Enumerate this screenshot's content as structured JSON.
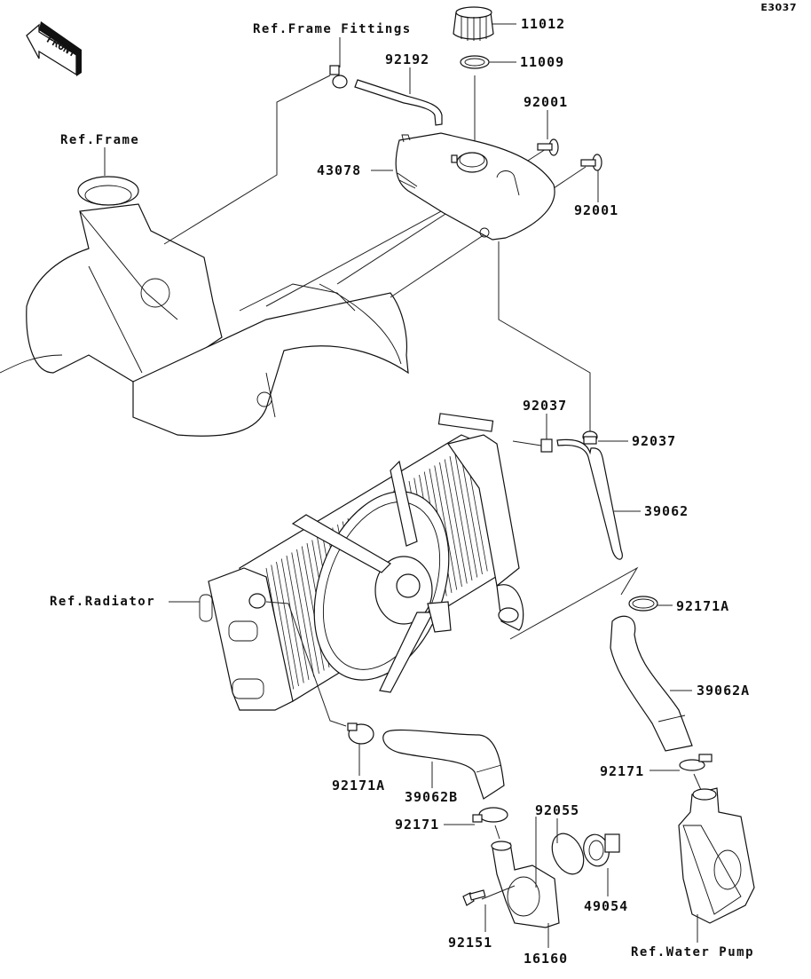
{
  "diagram": {
    "code": "E3037",
    "front_arrow": {
      "label": "FRONT",
      "icon": "front-arrow-icon"
    },
    "reference_labels": {
      "frame_fittings": "Ref.Frame Fittings",
      "frame": "Ref.Frame",
      "radiator": "Ref.Radiator",
      "water_pump": "Ref.Water Pump"
    },
    "parts": [
      {
        "id": "p11012",
        "number": "11012",
        "description": "reservoir cap"
      },
      {
        "id": "p11009",
        "number": "11009",
        "description": "cap gasket"
      },
      {
        "id": "p92192",
        "number": "92192",
        "description": "overflow tube"
      },
      {
        "id": "p92001a",
        "number": "92001",
        "description": "reservoir bolt (upper)"
      },
      {
        "id": "p92001b",
        "number": "92001",
        "description": "reservoir bolt (lower)"
      },
      {
        "id": "p43078",
        "number": "43078",
        "description": "reserve tank"
      },
      {
        "id": "p92037a",
        "number": "92037",
        "description": "hose clamp (left)"
      },
      {
        "id": "p92037b",
        "number": "92037",
        "description": "hose clamp (right)"
      },
      {
        "id": "p39062",
        "number": "39062",
        "description": "reservoir hose"
      },
      {
        "id": "p92171Aa",
        "number": "92171A",
        "description": "hose clamp (upper right)"
      },
      {
        "id": "p39062A",
        "number": "39062A",
        "description": "radiator hose A"
      },
      {
        "id": "p92171a",
        "number": "92171",
        "description": "hose clamp (pump side)"
      },
      {
        "id": "p92171Ab",
        "number": "92171A",
        "description": "hose clamp (radiator side)"
      },
      {
        "id": "p39062B",
        "number": "39062B",
        "description": "radiator hose B"
      },
      {
        "id": "p92171b",
        "number": "92171",
        "description": "hose clamp (thermostat side)"
      },
      {
        "id": "p92055",
        "number": "92055",
        "description": "O-ring"
      },
      {
        "id": "p49054",
        "number": "49054",
        "description": "thermostat"
      },
      {
        "id": "p92151",
        "number": "92151",
        "description": "bolt"
      },
      {
        "id": "p16160",
        "number": "16160",
        "description": "thermostat housing"
      }
    ]
  }
}
